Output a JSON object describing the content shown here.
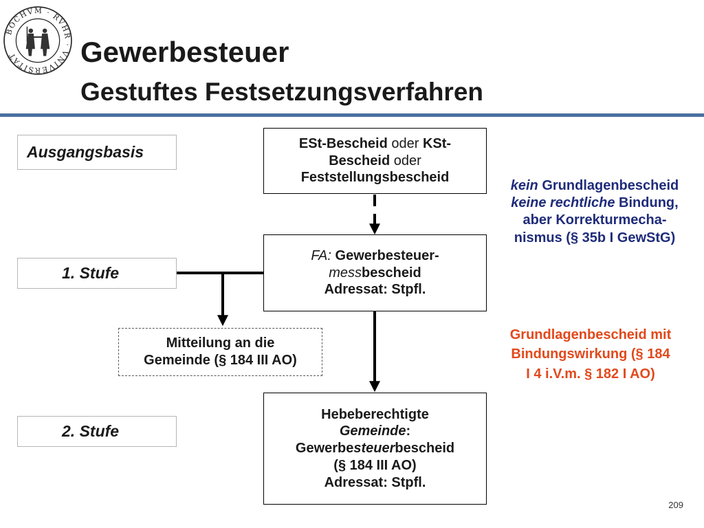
{
  "header": {
    "title": "Gewerbesteuer",
    "subtitle": "Gestuftes Festsetzungsverfahren"
  },
  "left_labels": {
    "ausgangsbasis": "Ausgangsbasis",
    "stufe1": "1. Stufe",
    "stufe2": "2. Stufe"
  },
  "boxes": {
    "est": {
      "l1_b1": "ESt-Bescheid",
      "l1_n": " oder ",
      "l1_b2": "KSt-",
      "l2_b": "Bescheid",
      "l2_n": " oder",
      "l3_b": "Feststellungsbescheid"
    },
    "mess": {
      "l1_i": "FA:",
      "l1_b": " Gewerbesteuer-",
      "l2_i": "mess",
      "l2_b": "bescheid",
      "l3": "Adressat: Stpfl."
    },
    "mitteilung": {
      "l1": "Mitteilung an die",
      "l2": "Gemeinde (§ 184 III AO)"
    },
    "gemeinde": {
      "l1": "Hebeberechtigte",
      "l2_i": "Gemeinde",
      "l2_b": ":",
      "l3_a": "Gewerbe",
      "l3_i": "steuer",
      "l3_b": "bescheid",
      "l4": "(§ 184 III AO)",
      "l5": "Adressat: Stpfl."
    }
  },
  "notes": {
    "blue": {
      "l1_i": "kein",
      "l1_b": " Grundlagenbescheid",
      "l2_i": "keine rechtliche",
      "l2_b": " Bindung,",
      "l3": "aber Korrekturmecha-",
      "l4": "nismus (§ 35b I GewStG)"
    },
    "red": {
      "l1": "Grundlagenbescheid mit",
      "l2": "Bindungswirkung (§ 184",
      "l3": "I 4 i.V.m. § 182 I AO)"
    }
  },
  "seal_text": "BOCHVM · RVHR · VNIVERSITAT",
  "page_number": "209",
  "colors": {
    "blue_note": "#1f2c7a",
    "red_note": "#e2491c",
    "rule": "#4a6fa0"
  }
}
